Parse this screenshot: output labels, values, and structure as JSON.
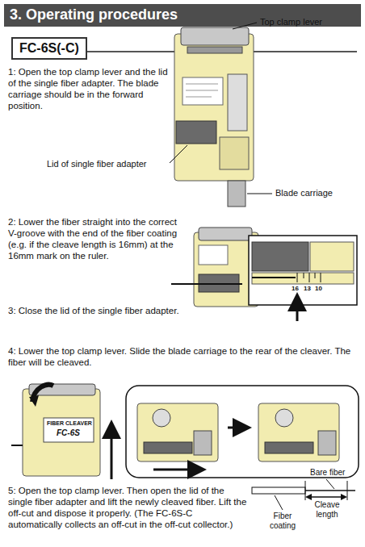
{
  "diagram": {
    "title": "3. Operating procedures",
    "nodes": [
      {
        "text": [
          "FC-6S(-C)"
        ]
      }
    ],
    "labels": [
      "1: Open the top clamp lever and the lid of the single fiber adapter. The blade carriage should be in the forward position.",
      "2: Lower the fiber straight into the correct V-groove with the end of the fiber coating (e.g. if the cleave length is 16mm) at the 16mm mark on the ruler.",
      "3: Close the lid of the single fiber adapter.",
      "4: Lower the top clamp lever. Slide the blade carriage to the rear of the cleaver. The fiber will be cleaved.",
      "5: Open the top clamp lever. Then open the lid of the single fiber adapter and lift the newly cleaved fiber. Lift the off-cut and dispose it properly. (The FC-6S-C automatically collects an off-cut in the off-cut collector.)",
      "Top clamp lever",
      "Lid of single fiber adapter",
      "Blade carriage",
      "16",
      "13",
      "10",
      "FIBER CLEAVER",
      "FC-6S",
      "Bare fiber",
      "Cleave length",
      "Fiber coating"
    ]
  }
}
